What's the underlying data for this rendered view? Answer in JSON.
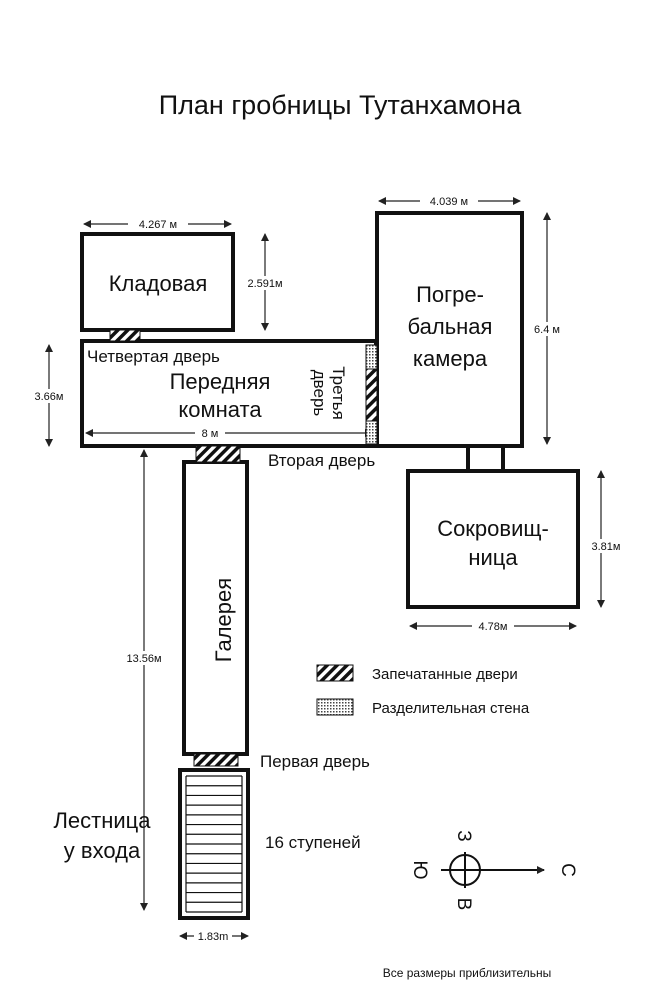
{
  "title": "План гробницы Тутанхамона",
  "rooms": {
    "storeroom": "Кладовая",
    "antechamber_line1": "Передняя",
    "antechamber_line2": "комната",
    "burial_line1": "Погре-",
    "burial_line2": "бальная",
    "burial_line3": "камера",
    "treasury_line1": "Сокровищ-",
    "treasury_line2": "ница",
    "gallery": "Галерея",
    "stairs_line1": "Лестница",
    "stairs_line2": "у входа"
  },
  "doors": {
    "first": "Первая дверь",
    "second": "Вторая дверь",
    "third_line1": "Третья",
    "third_line2": "дверь",
    "fourth": "Четвертая дверь"
  },
  "steps": "16 ступеней",
  "dimensions": {
    "storeroom_width": "4.267 м",
    "storeroom_height": "2.591м",
    "antechamber_height": "3.66м",
    "antechamber_width": "8 м",
    "burial_width": "4.039 м",
    "burial_height": "6.4 м",
    "treasury_height": "3.81м",
    "treasury_width": "4.78м",
    "gallery_length": "13.56м",
    "stairs_width": "1.83m"
  },
  "legend": {
    "sealed": "Запечатанные двери",
    "partition": "Разделительная стена"
  },
  "compass": {
    "north": "С",
    "south": "Ю",
    "west": "З",
    "east": "В"
  },
  "footnote": "Все размеры приблизительны"
}
